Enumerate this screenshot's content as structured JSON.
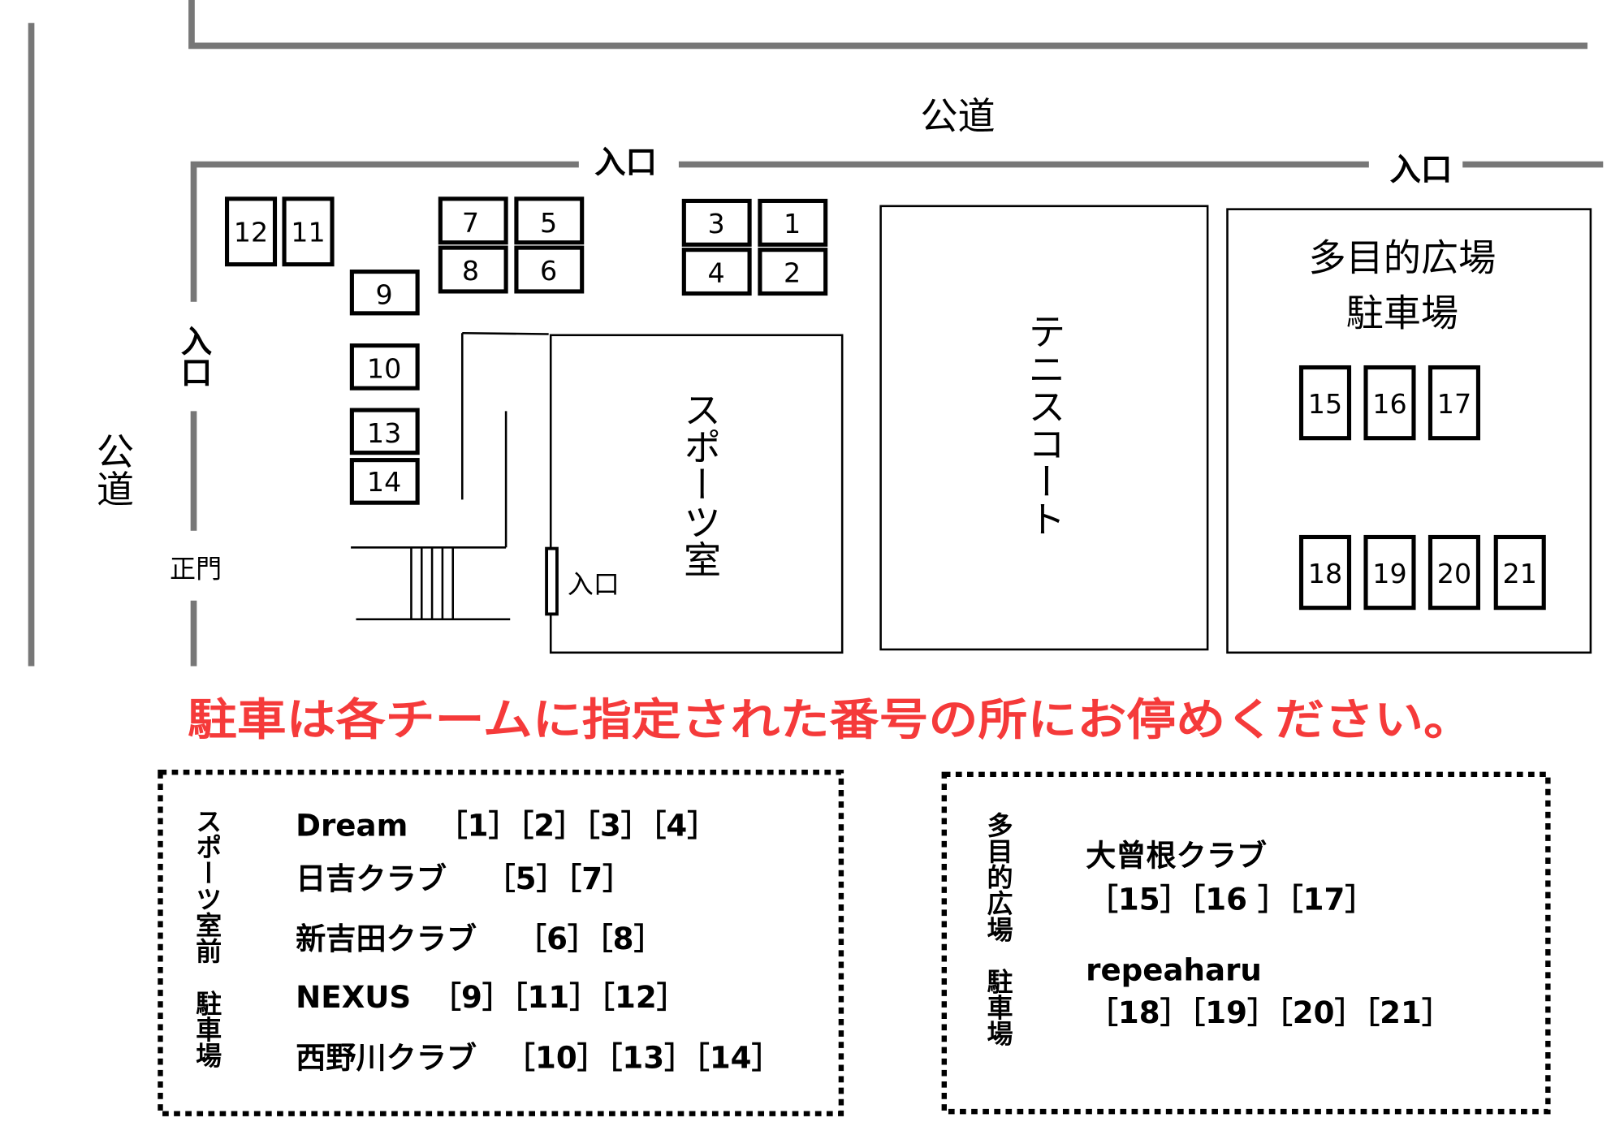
{
  "roads": {
    "public_road": "公道",
    "entrance": "入口",
    "main_gate": "正門"
  },
  "buildings": {
    "sports_room": "スポーツ室",
    "sports_room_entrance": "入口",
    "tennis_court": "テニスコート",
    "multipurpose_line1": "多目的広場",
    "multipurpose_line2": "駐車場"
  },
  "spots": [
    "1",
    "2",
    "3",
    "4",
    "5",
    "6",
    "7",
    "8",
    "9",
    "10",
    "11",
    "12",
    "13",
    "14",
    "15",
    "16",
    "17",
    "18",
    "19",
    "20",
    "21"
  ],
  "notice": "駐車は各チームに指定された番号の所にお停めください。",
  "notice_color": "#f53a3a",
  "legend_sports": {
    "title": "スポーツ室前　駐車場",
    "rows": [
      {
        "team": "Dream",
        "spots": "［1］［2］［3］［4］"
      },
      {
        "team": "日吉クラブ",
        "spots": "［5］［7］"
      },
      {
        "team": "新吉田クラブ",
        "spots": "［6］［8］"
      },
      {
        "team": "NEXUS",
        "spots": "［9］［11］［12］"
      },
      {
        "team": "西野川クラブ",
        "spots": "［10］［13］［14］"
      }
    ]
  },
  "legend_multi": {
    "title": "多目的広場　駐車場",
    "rows": [
      {
        "team": "大曾根クラブ",
        "spots": "［15］［16 ］［17］"
      },
      {
        "team": "repeaharu",
        "spots": "［18］［19］［20］［21］"
      }
    ]
  }
}
